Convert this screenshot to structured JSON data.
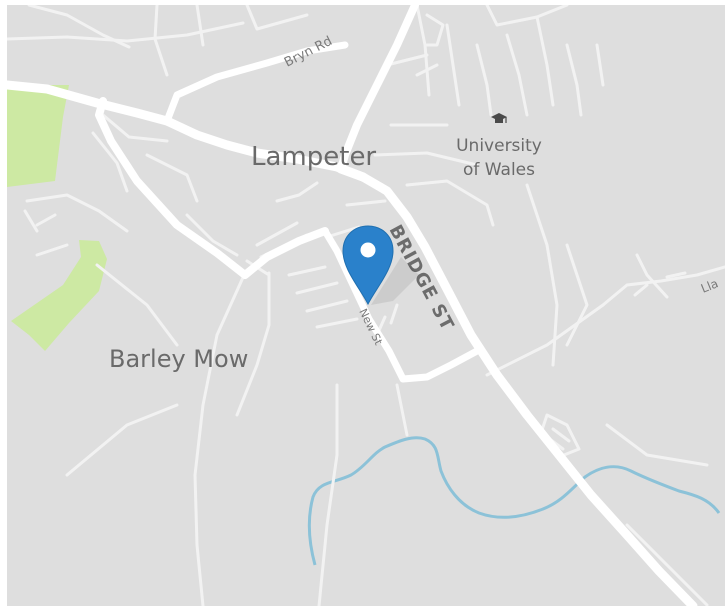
{
  "map": {
    "places": {
      "lampeter": "Lampeter",
      "barley_mow": "Barley Mow"
    },
    "poi": {
      "university_line1": "University",
      "university_line2": "of Wales",
      "university_icon": "graduation-cap-icon"
    },
    "streets": {
      "bryn_rd": "Bryn Rd",
      "bridge_st": "BRIDGE ST",
      "new_st": "New St",
      "lla_partial": "Lla"
    },
    "marker": {
      "icon": "map-pin-icon",
      "color": "#2a81cb"
    },
    "colors": {
      "land": "#dedede",
      "road": "#ffffff",
      "minor_road": "#f2f2f2",
      "park": "#cce8a3",
      "water": "#89c2d9"
    }
  }
}
